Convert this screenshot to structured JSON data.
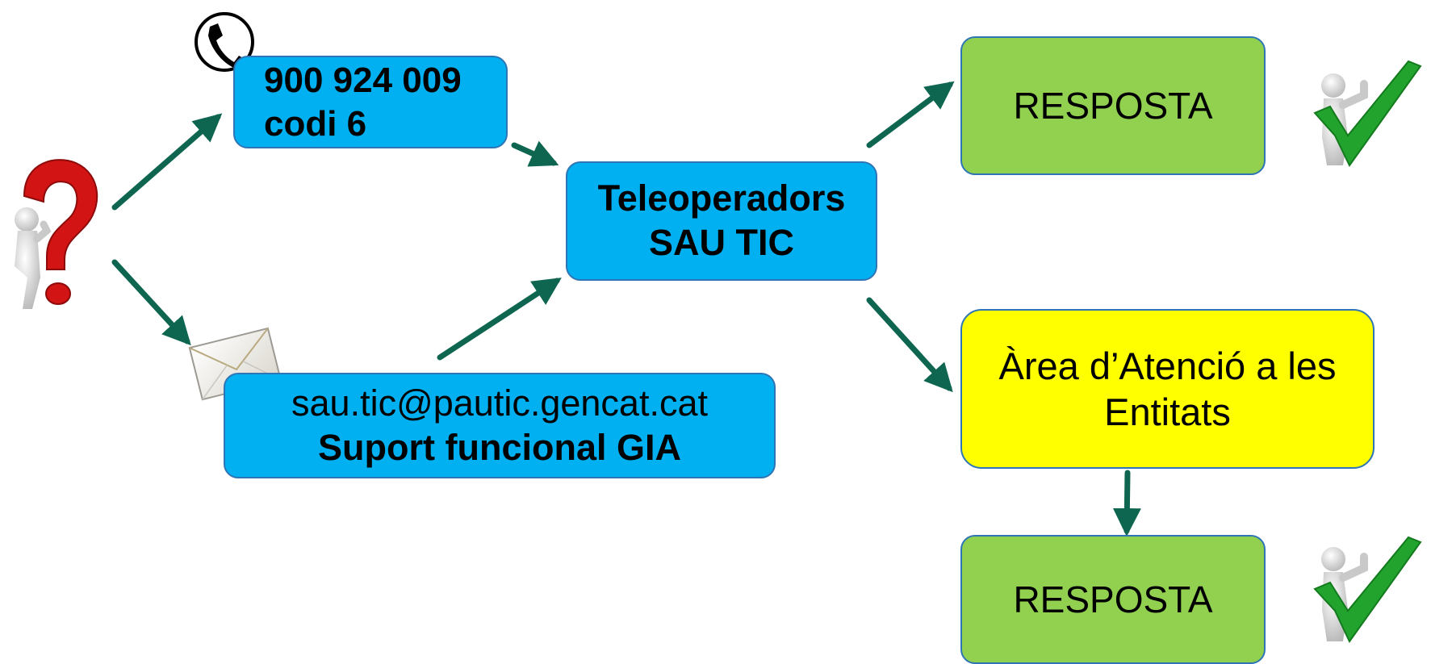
{
  "phone_box": {
    "line1": "900 924 009",
    "line2": "codi 6"
  },
  "teleoperators_box": {
    "line1": "Teleoperadors",
    "line2": "SAU TIC"
  },
  "email_box": {
    "address": "sau.tic@pautic.gencat.cat",
    "label": "Suport funcional GIA"
  },
  "response_top": {
    "label": "RESPOSTA"
  },
  "attention_area": {
    "line1": "Àrea d’Atenció a les",
    "line2": "Entitats"
  },
  "response_bottom": {
    "label": "RESPOSTA"
  },
  "colors": {
    "blue_box": "#00b0f0",
    "green_box": "#92d050",
    "yellow_box": "#ffff00",
    "arrow": "#0e6650",
    "question_mark": "#d21414",
    "check_mark": "#22a32e"
  },
  "icons": [
    "question-person-icon",
    "phone-icon",
    "envelope-icon",
    "check-person-icon"
  ]
}
